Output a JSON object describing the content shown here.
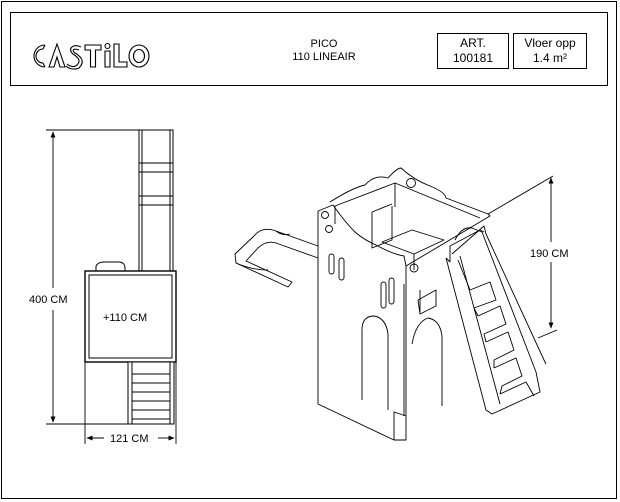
{
  "header": {
    "brand": "CASTILO",
    "model_name": "PICO",
    "model_variant": "110 LINEAIR",
    "art_label": "ART.",
    "art_number": "100181",
    "floor_label": "Vloer opp",
    "floor_value": "1.4 m²"
  },
  "dimensions": {
    "total_length": "400 CM",
    "platform_height": "+110 CM",
    "width": "121 CM",
    "tower_height": "190 CM"
  }
}
